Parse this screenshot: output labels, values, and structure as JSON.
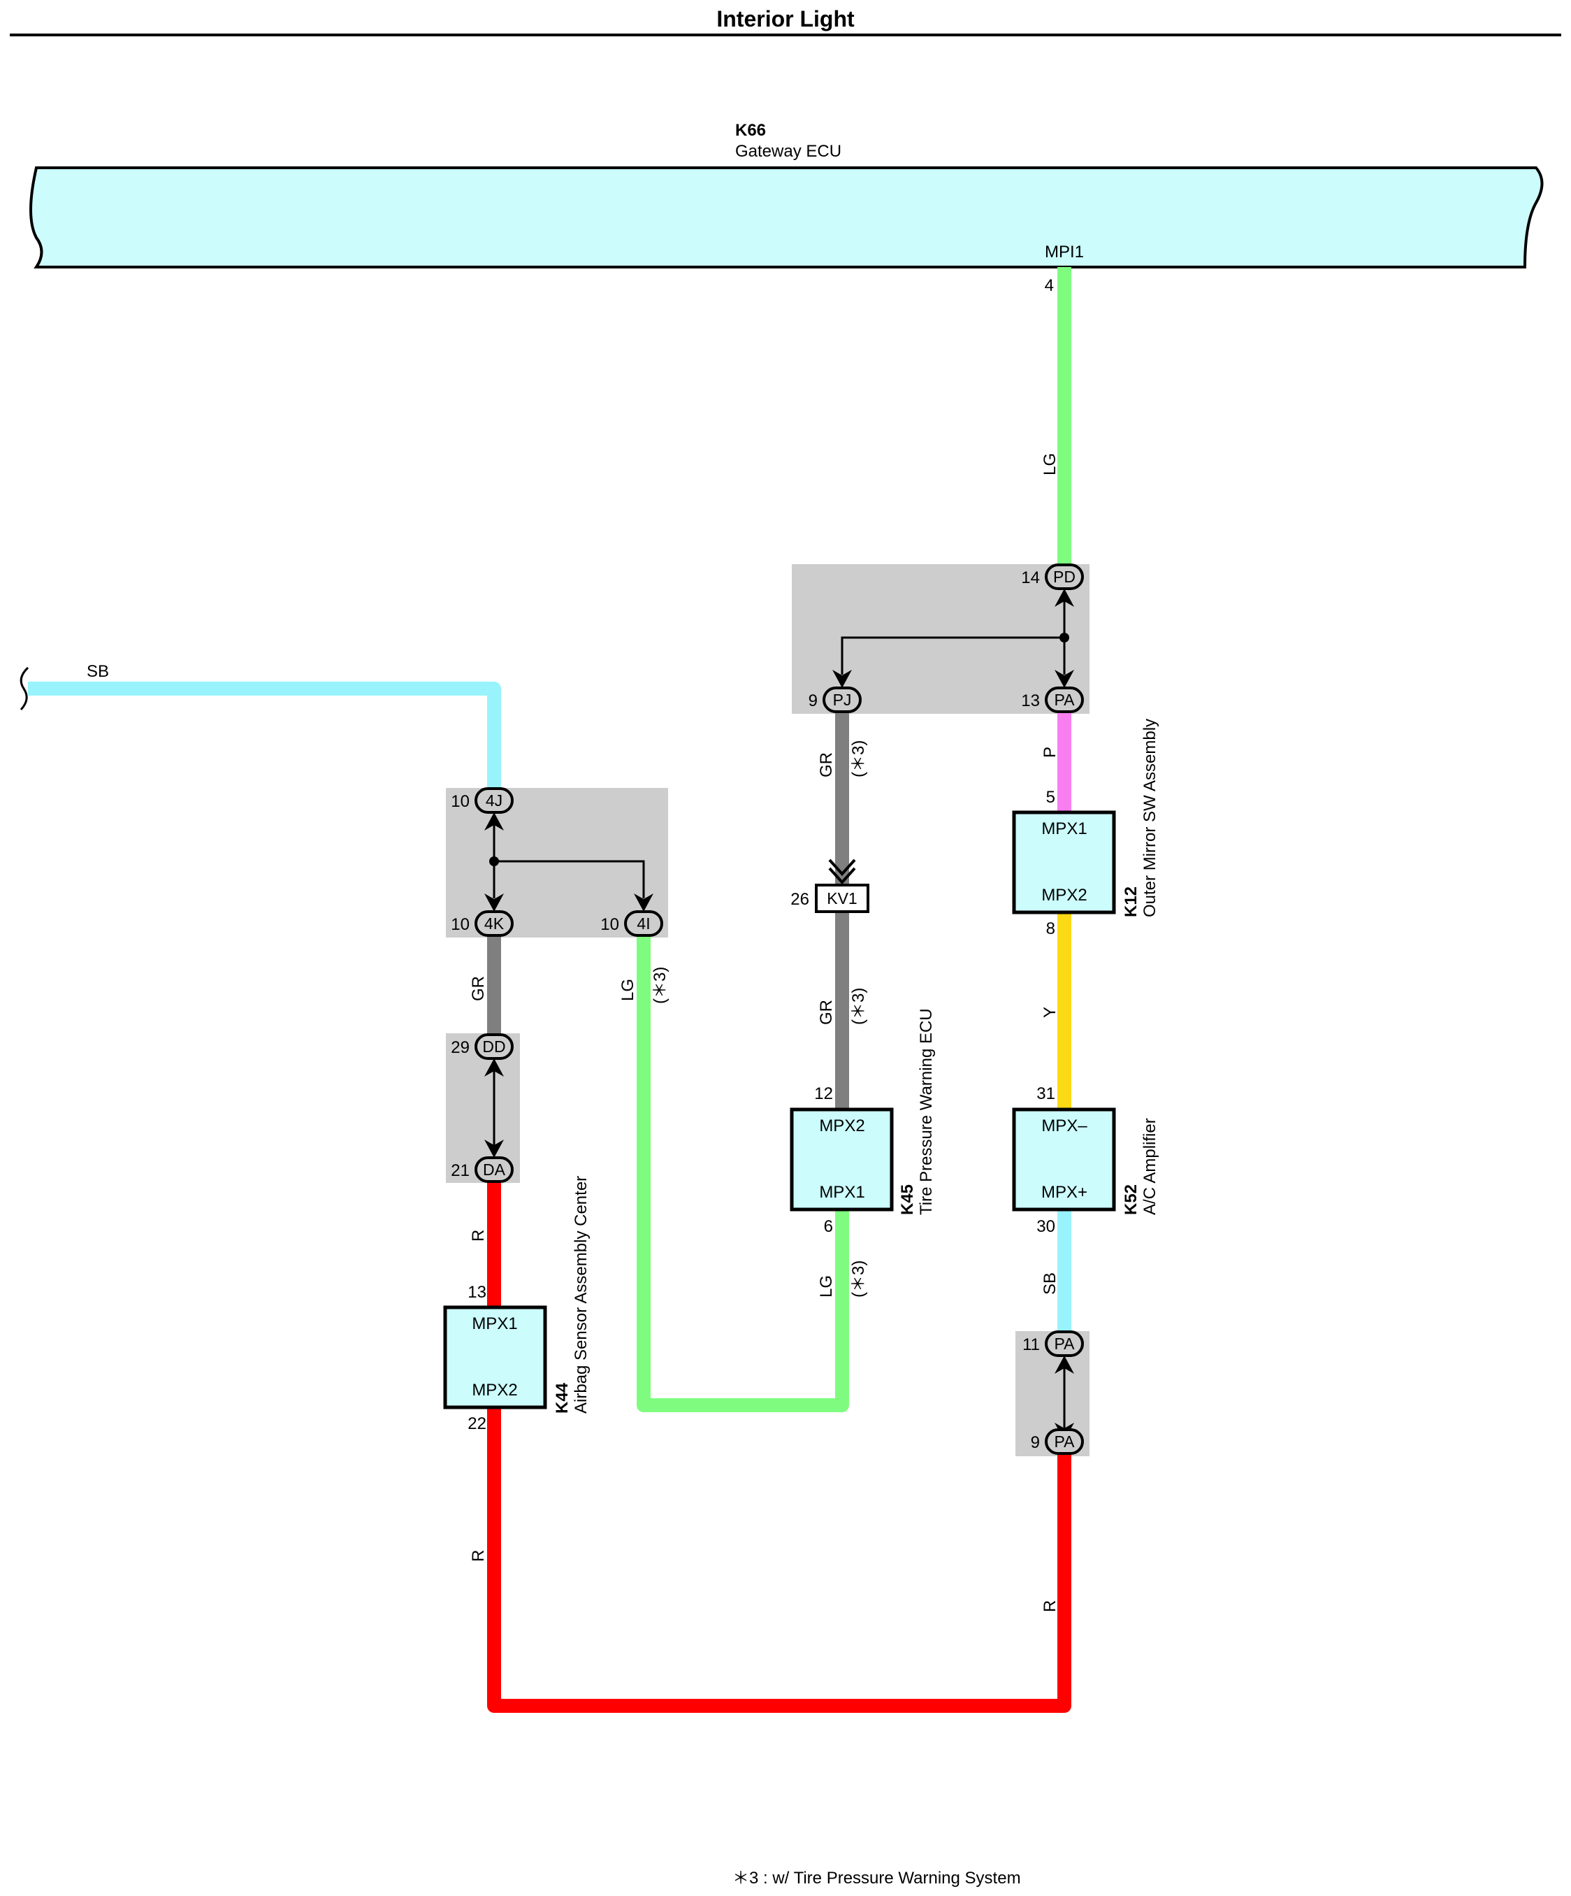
{
  "title": "Interior Light",
  "footnote": "＊3 : w/ Tire Pressure Warning System",
  "colors": {
    "LG": "#7ffc7f",
    "SB": "#99f3fc",
    "GR": "#7f7f7f",
    "P": "#f87ff0",
    "Y": "#fcd915",
    "R": "#ff0000",
    "component_fill": "#ccfcfc",
    "junction_fill": "#cdcdcd"
  },
  "components": {
    "gateway": {
      "id": "K66",
      "name": "Gateway ECU",
      "terminal": "MPI1",
      "pin": "4"
    },
    "k12": {
      "id": "K12",
      "name": "Outer Mirror SW Assembly",
      "t1": "MPX1",
      "t2": "MPX2",
      "pin_top": "5",
      "pin_bottom": "8"
    },
    "k52": {
      "id": "K52",
      "name": "A/C Amplifier",
      "t1": "MPX–",
      "t2": "MPX+",
      "pin_top": "31",
      "pin_bottom": "30"
    },
    "k45": {
      "id": "K45",
      "name": "Tire Pressure Warning ECU",
      "t1": "MPX2",
      "t2": "MPX1",
      "pin_top": "12",
      "pin_bottom": "6"
    },
    "k44": {
      "id": "K44",
      "name": "Airbag Sensor Assembly Center",
      "t1": "MPX1",
      "t2": "MPX2",
      "pin_top": "13",
      "pin_bottom": "22"
    }
  },
  "connectors": {
    "pd": {
      "code": "PD",
      "pin": "14"
    },
    "pj": {
      "code": "PJ",
      "pin": "9"
    },
    "pa13": {
      "code": "PA",
      "pin": "13"
    },
    "kv1": {
      "code": "KV1",
      "pin": "26"
    },
    "c4j": {
      "code": "4J",
      "pin": "10"
    },
    "c4k": {
      "code": "4K",
      "pin": "10"
    },
    "c4i": {
      "code": "4I",
      "pin": "10"
    },
    "dd": {
      "code": "DD",
      "pin": "29"
    },
    "da": {
      "code": "DA",
      "pin": "21"
    },
    "pa11": {
      "code": "PA",
      "pin": "11"
    },
    "pa9": {
      "code": "PA",
      "pin": "9"
    }
  },
  "wires": {
    "lg_main": "LG",
    "sb_left": "SB",
    "p": "P",
    "y": "Y",
    "sb_ac": "SB",
    "r_right": "R",
    "gr_pj": "GR",
    "gr_kv1": "GR",
    "lg_k45": "LG",
    "gr_4k": "GR",
    "lg_4i": "LG",
    "r_da": "R",
    "r_k44": "R",
    "note": "(＊3)"
  }
}
